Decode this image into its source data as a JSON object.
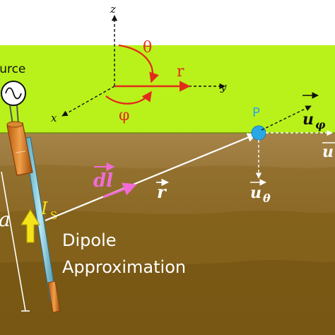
{
  "labels": {
    "axis_z": "z",
    "axis_y": "y",
    "axis_x": "x",
    "theta": "θ",
    "r_axis": "r",
    "phi": "φ",
    "source": "Source",
    "point": "P",
    "u_phi": "u",
    "u_phi_sub": "φ",
    "u_r": "u",
    "u_theta": "u",
    "u_theta_sub": "θ",
    "dl": "dl",
    "r_vec": "r",
    "current": "I",
    "current_sub": "S",
    "depth": "a",
    "dipole_line1": "Dipole",
    "dipole_line2": "Approximation"
  },
  "colors": {
    "sky": "#ffffff",
    "surface_band": "#b9f21a",
    "soil_top": "#9a7a3a",
    "soil_mid": "#8a6a26",
    "soil_bottom": "#7a5a14",
    "red": "#e32b1c",
    "cyan": "#2aa8e6",
    "magenta": "#f06bd6",
    "yellow": "#f5e21a"
  }
}
